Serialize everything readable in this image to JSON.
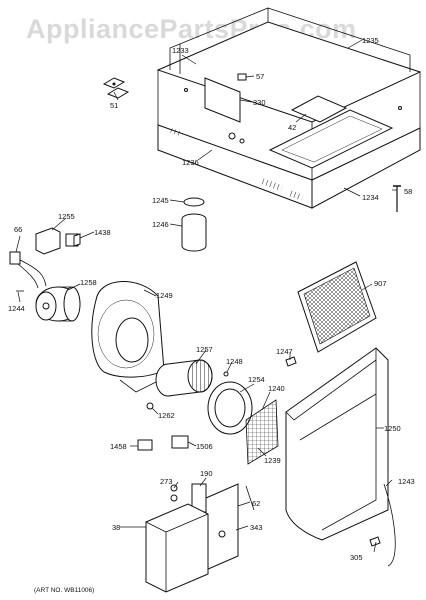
{
  "watermark": "AppliancePartsPros.com",
  "art_number": "(ART NO. WB11006)",
  "labels": {
    "p1233": "1233",
    "p1235": "1235",
    "p57": "57",
    "p51": "51",
    "p330": "330",
    "p42": "42",
    "p1236": "1236",
    "p1234": "1234",
    "p58": "58",
    "p1245": "1245",
    "p1246": "1246",
    "p1255": "1255",
    "p1438": "1438",
    "p66": "66",
    "p1258": "1258",
    "p1244": "1244",
    "p1249": "1249",
    "p907": "907",
    "p1257": "1257",
    "p1248": "1248",
    "p1247": "1247",
    "p1254": "1254",
    "p1240": "1240",
    "p1262": "1262",
    "p1250": "1250",
    "p1458": "1458",
    "p1506": "1506",
    "p1239": "1239",
    "p190": "190",
    "p273": "273",
    "p1243": "1243",
    "p62": "62",
    "p38": "38",
    "p343": "343",
    "p305": "305"
  }
}
